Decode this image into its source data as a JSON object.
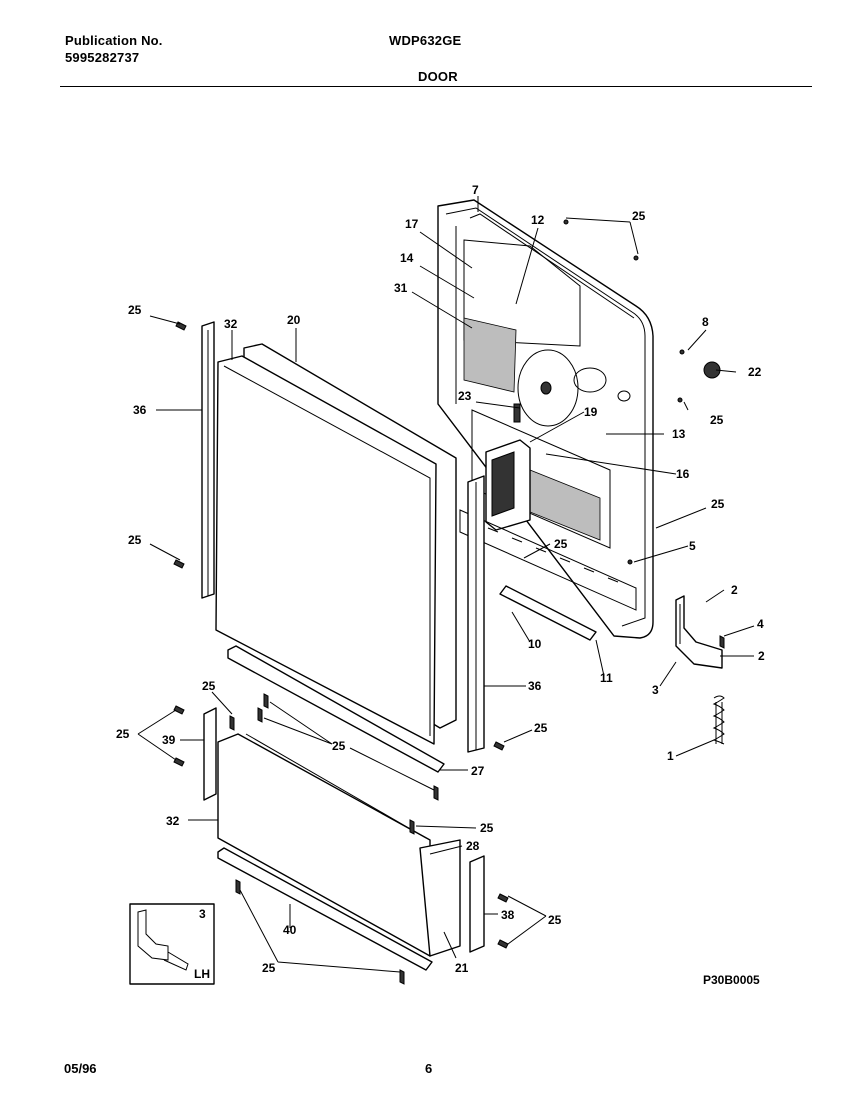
{
  "header": {
    "publication_label": "Publication No.",
    "publication_number": "5995282737",
    "model": "WDP632GE",
    "section": "DOOR"
  },
  "drawing_code": "P30B0005",
  "footer": {
    "date": "05/96",
    "page": "6"
  },
  "inset": {
    "part_number": "3",
    "side": "LH"
  },
  "callouts": {
    "c7": "7",
    "c17": "17",
    "c12": "12",
    "c25_top": "25",
    "c14": "14",
    "c31": "31",
    "c25_left_top": "25",
    "c32_top": "32",
    "c20": "20",
    "c8": "8",
    "c22": "22",
    "c36_left": "36",
    "c23": "23",
    "c19": "19",
    "c25_right": "25",
    "c13": "13",
    "c16": "16",
    "c25_mid_right": "25",
    "c25_left_mid": "25",
    "c25_center": "25",
    "c5": "5",
    "c2_upper": "2",
    "c4": "4",
    "c10": "10",
    "c11": "11",
    "c2_lower": "2",
    "c3": "3",
    "c36_right": "36",
    "c25_ladder": "25",
    "c1": "1",
    "c25_bracket_top": "25",
    "c25_left_group": "25",
    "c39": "39",
    "c25_screws": "25",
    "c27": "27",
    "c32_lower": "32",
    "c25_lower_right": "25",
    "c28": "28",
    "c38": "38",
    "c25_right_group": "25",
    "c40": "40",
    "c21": "21",
    "c25_bottom": "25"
  }
}
